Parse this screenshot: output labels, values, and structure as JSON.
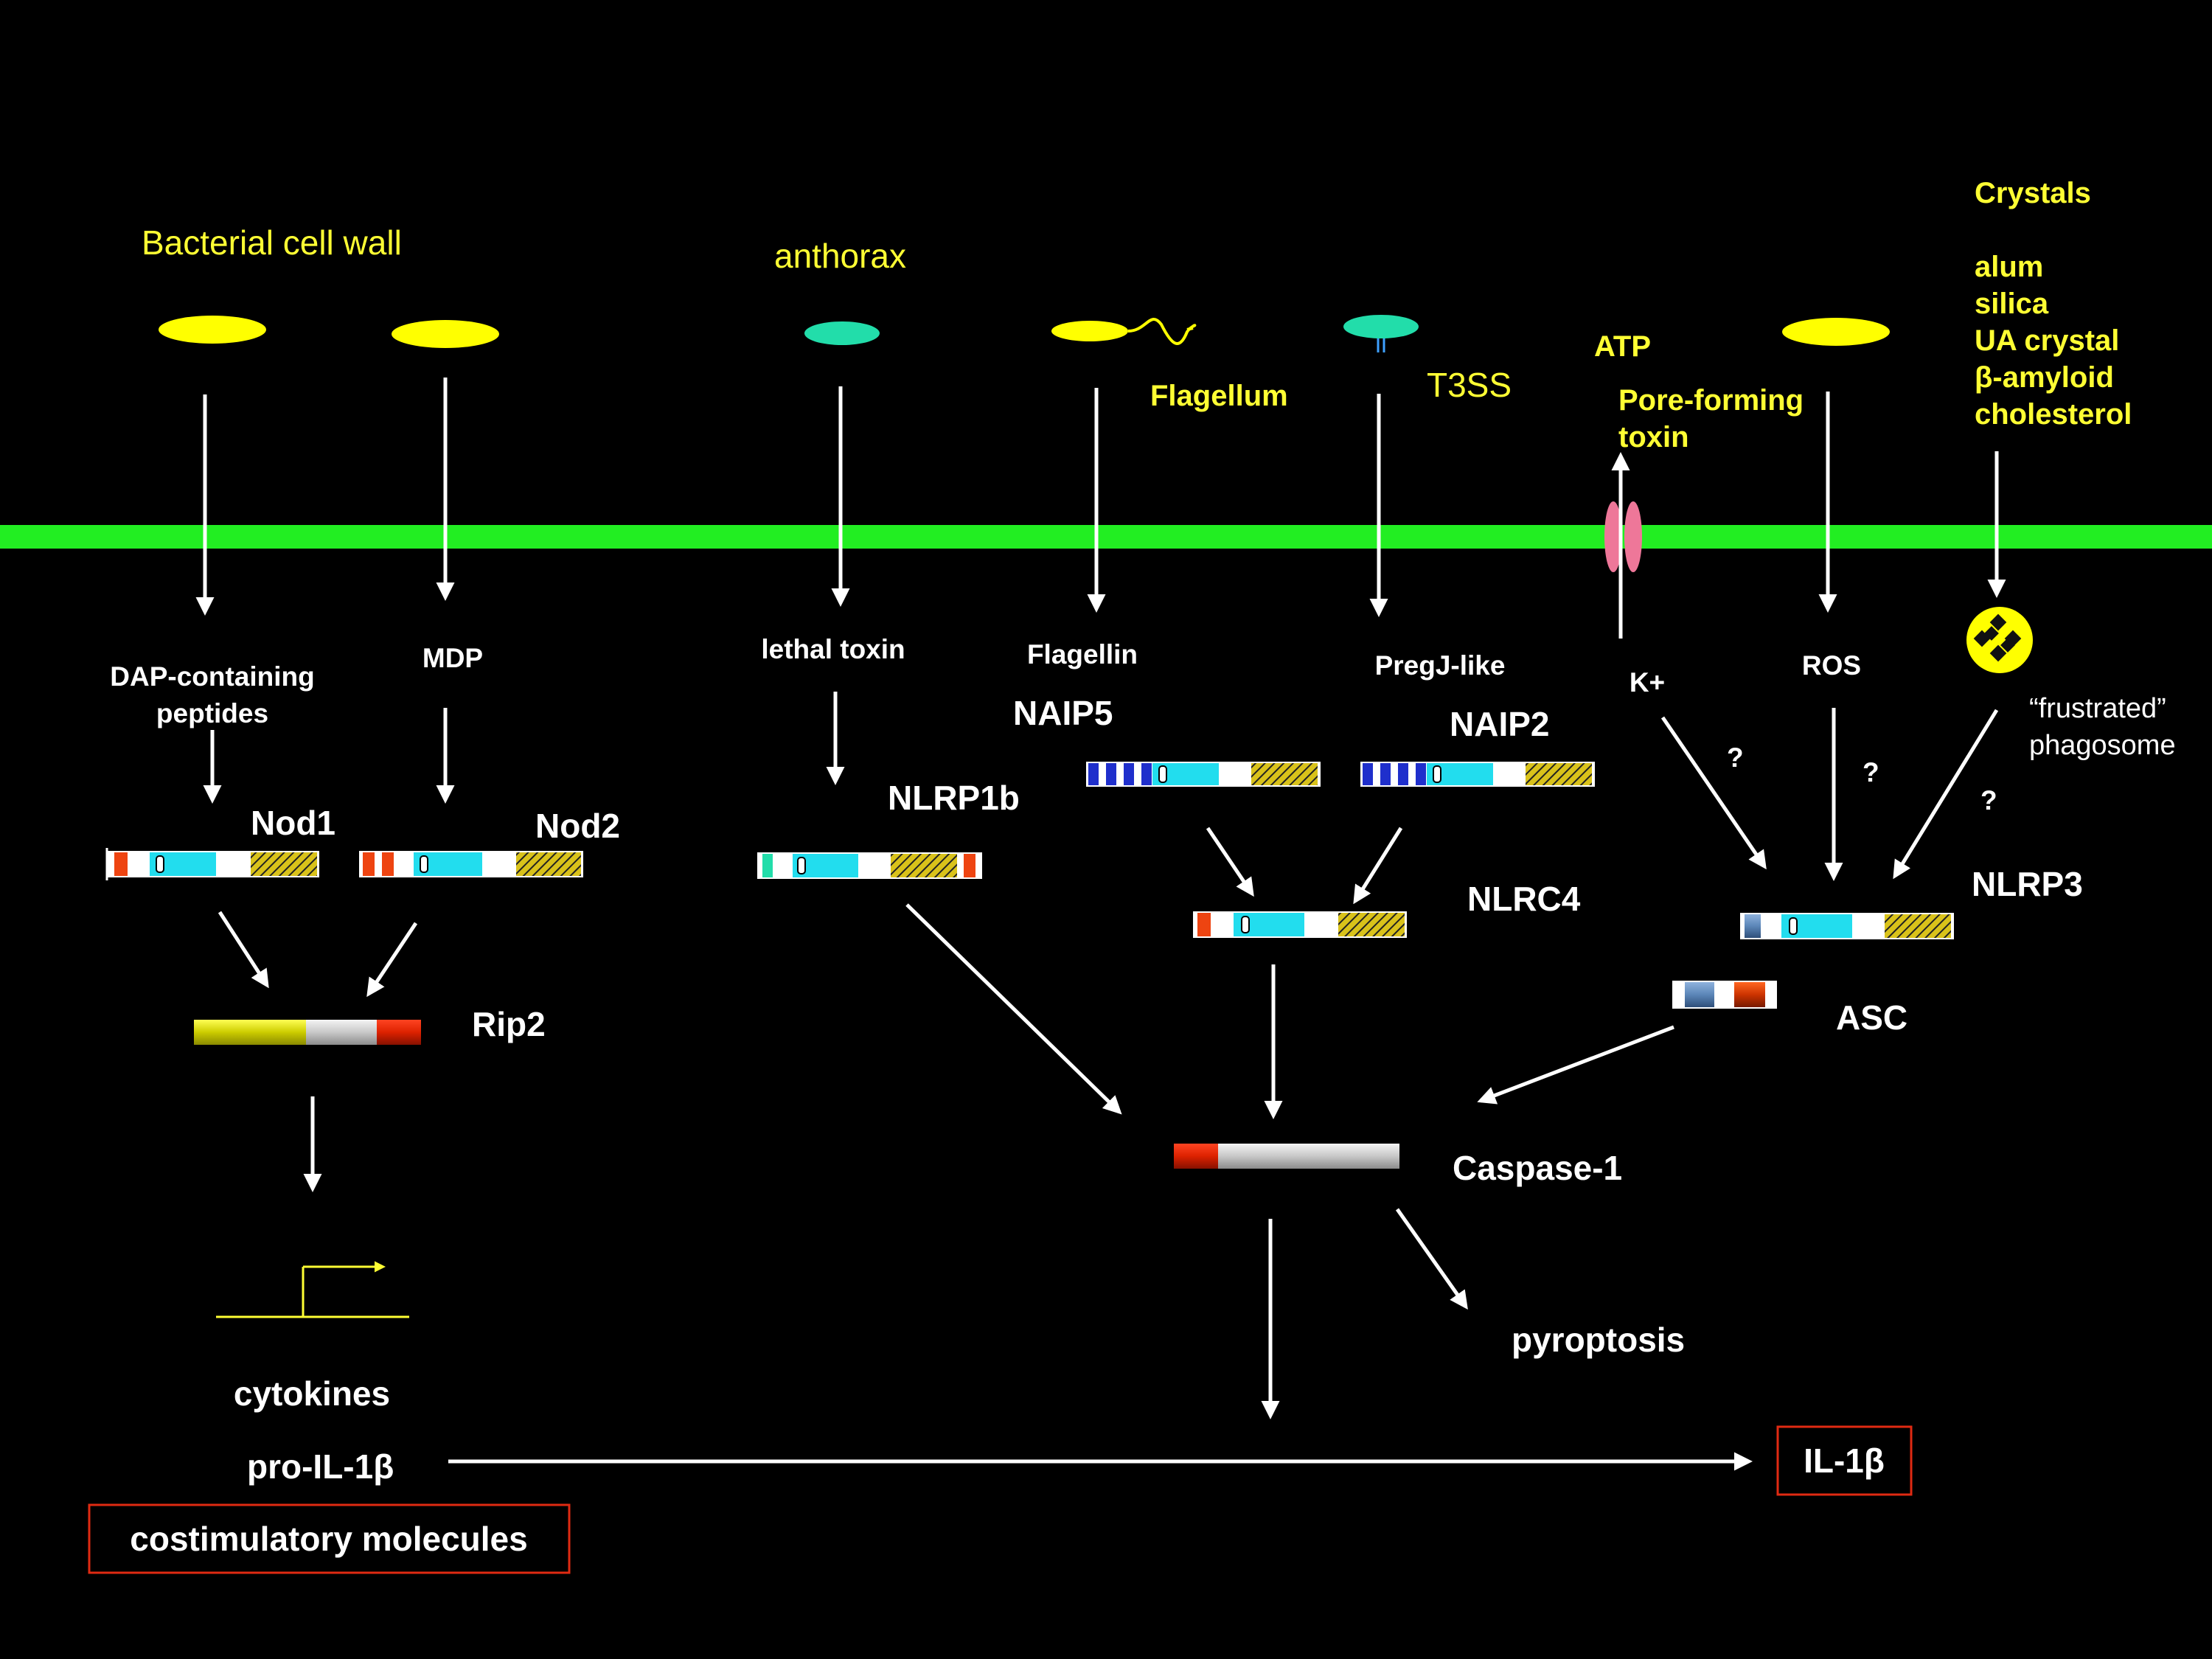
{
  "colors": {
    "background": "#000000",
    "membrane": "#22ee22",
    "stimulus": "#ffff00",
    "accent_teal": "#22ddaa",
    "text_yellow": "#ffff33",
    "text_white": "#ffffff",
    "highlight_box": "#e02a12",
    "nacht_cyan": "#22ddee",
    "lrr_hatch": "#e6cc22",
    "card_red": "#dd2200",
    "bir_blue": "#1f2fcc",
    "pyd_blue": "#5b86b8",
    "pore_pink": "#ee7799"
  },
  "icons": {
    "pore": "membrane-pore-icon",
    "crystal": "crystal-particle-icon",
    "promoter": "gene-promoter-icon",
    "bacterium": "bacterium-icon"
  },
  "stimuli": {
    "bacterial_cell_wall": "Bacterial cell wall",
    "anthorax": "anthorax",
    "flagellum": "Flagellum",
    "t3ss": "T3SS",
    "atp": "ATP",
    "pore_forming_line1": "Pore-forming",
    "pore_forming_line2": "toxin",
    "crystals_title": "Crystals",
    "crystal_types": [
      "alum",
      "silica",
      "UA crystal",
      "β-amyloid",
      "cholesterol"
    ]
  },
  "ligands": {
    "dap_line1": "DAP-containing",
    "dap_line2": "peptides",
    "mdp": "MDP",
    "lethal_toxin": "lethal toxin",
    "flagellin": "Flagellin",
    "pregj": "PregJ-like",
    "k_plus": "K+",
    "ros": "ROS",
    "frustrated_line1": "“frustrated”",
    "frustrated_line2": "phagosome"
  },
  "proteins": {
    "nod1": "Nod1",
    "nod2": "Nod2",
    "nlrp1b": "NLRP1b",
    "naip5": "NAIP5",
    "naip2": "NAIP2",
    "nlrc4": "NLRC4",
    "nlrp3": "NLRP3",
    "rip2": "Rip2",
    "asc": "ASC",
    "caspase1": "Caspase-1"
  },
  "unknown_marks": [
    "?",
    "?",
    "?"
  ],
  "outputs": {
    "cytokines": "cytokines",
    "pro_il1b": "pro-IL-1β",
    "costimulatory": "costimulatory molecules",
    "pyroptosis": "pyroptosis",
    "il1b": "IL-1β"
  }
}
